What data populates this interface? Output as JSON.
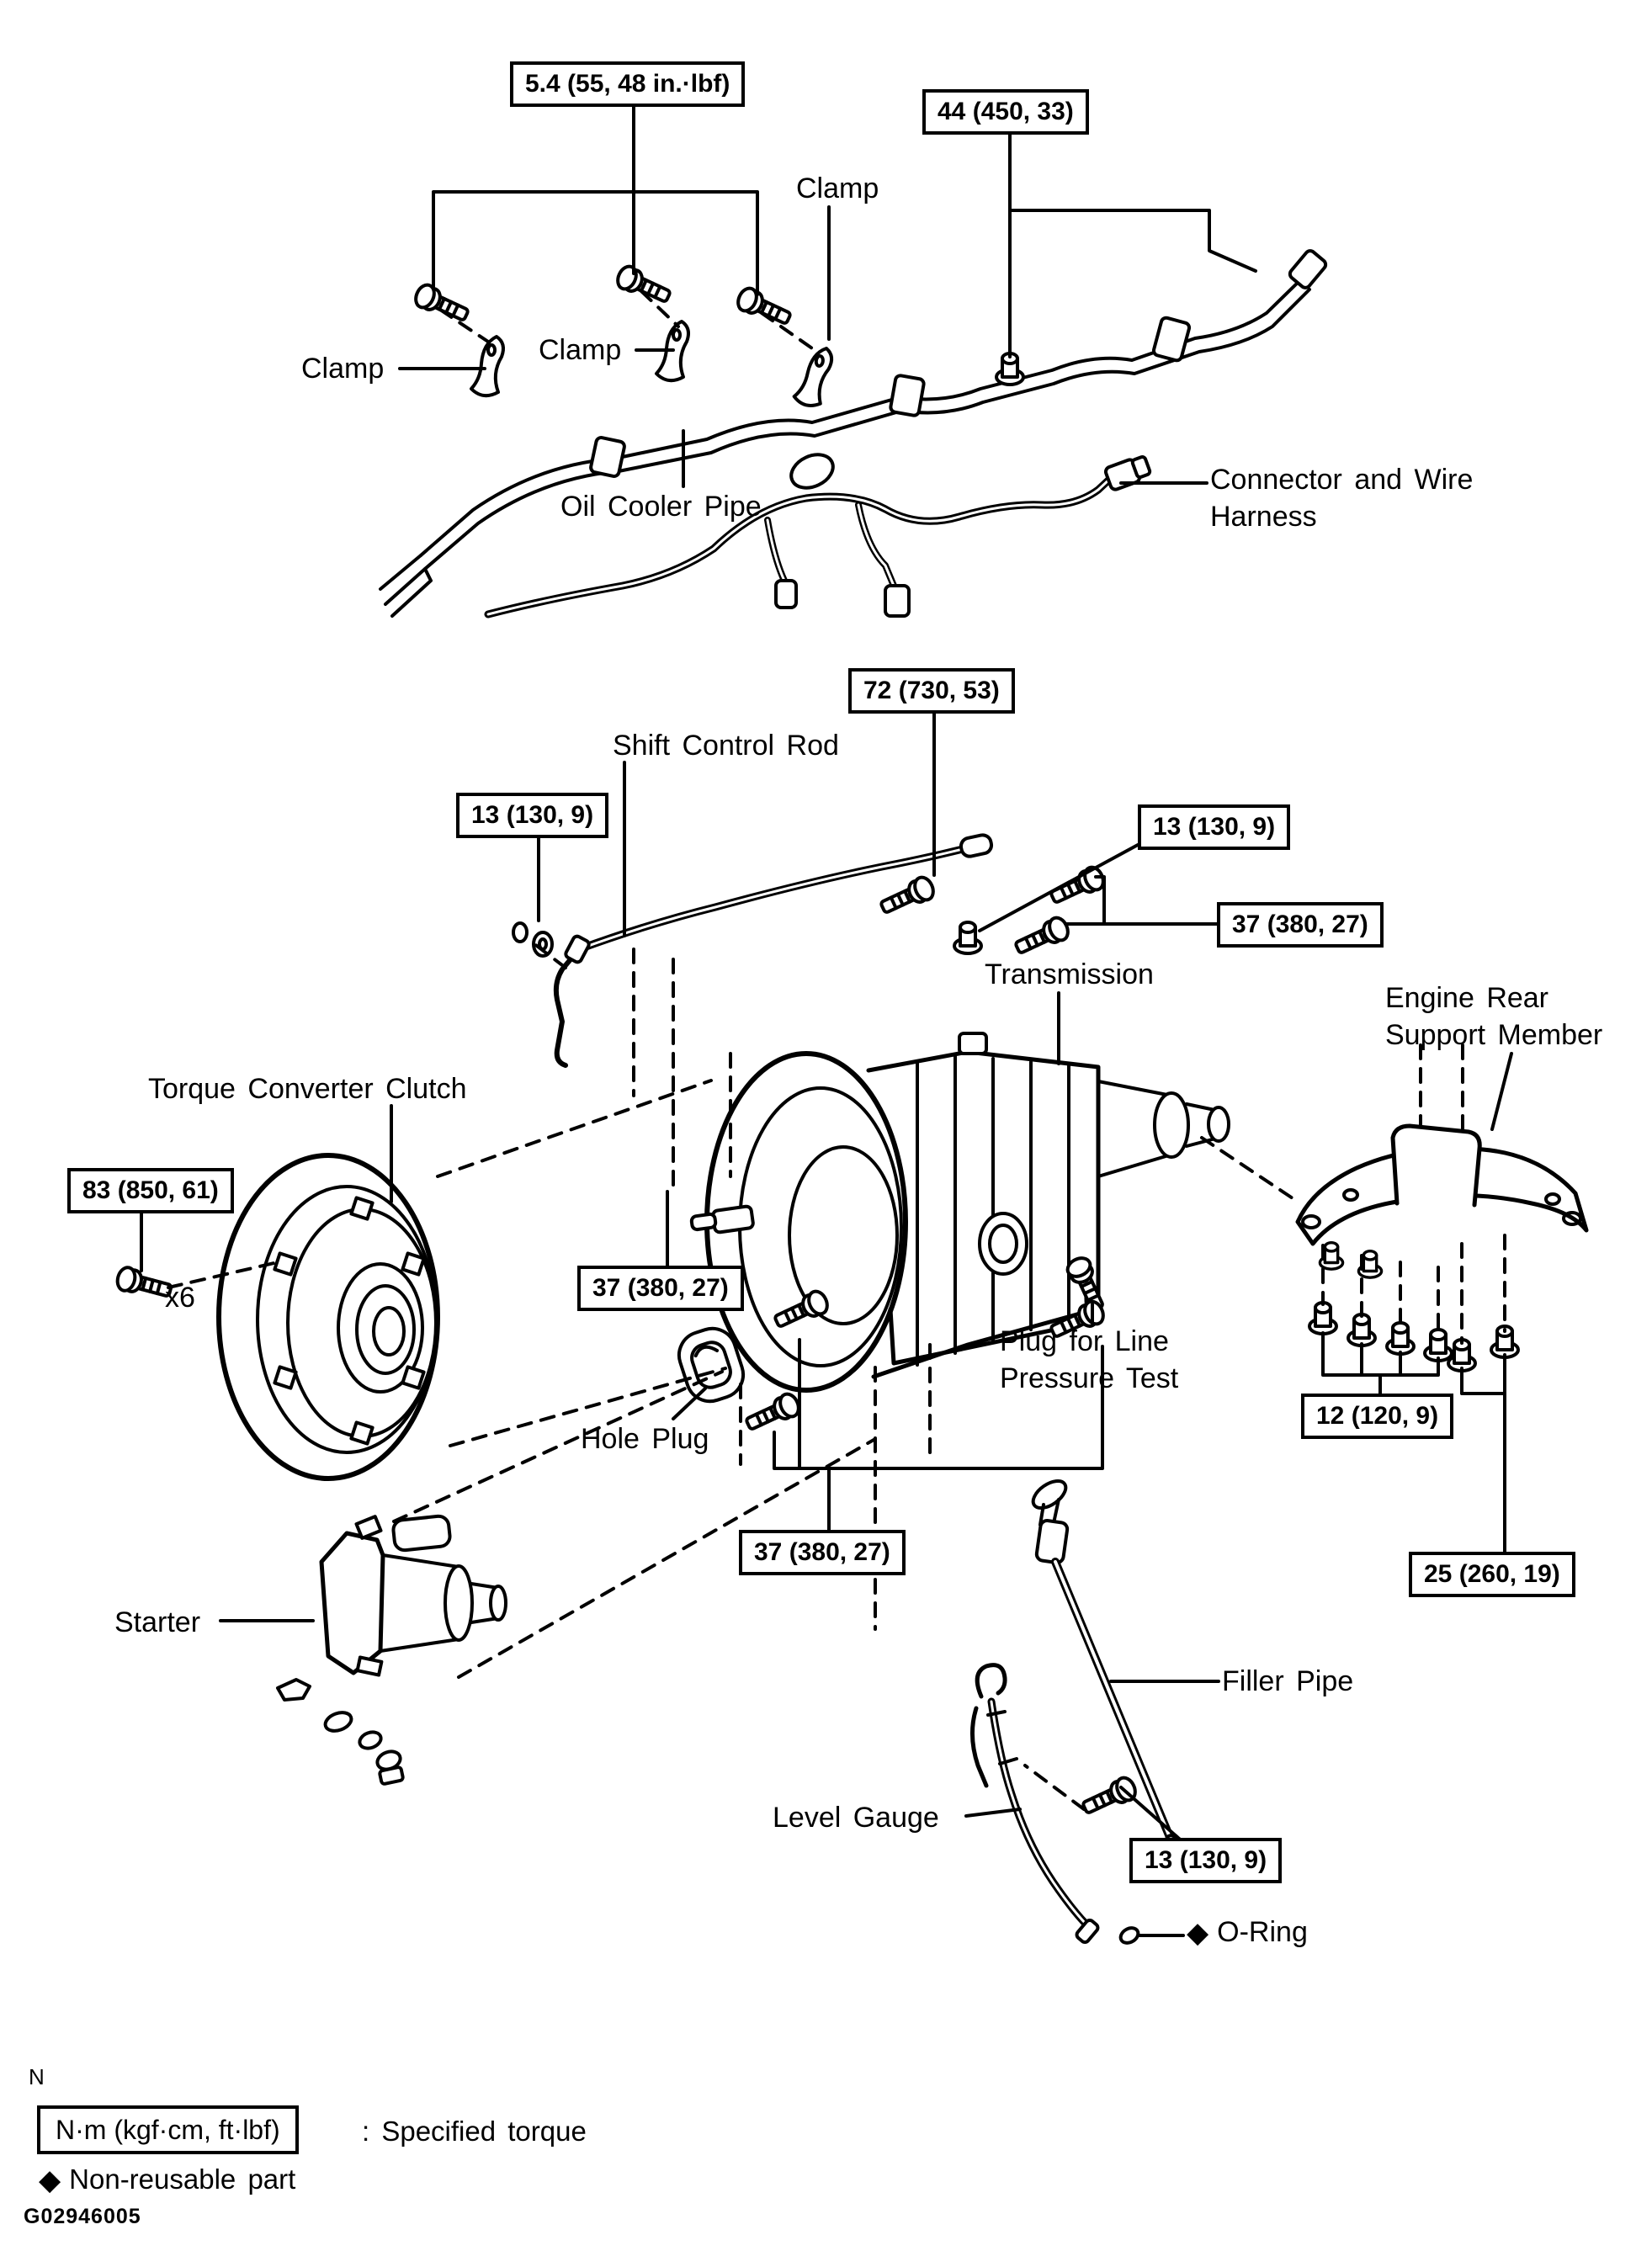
{
  "torque": {
    "b54": "5.4 (55, 48 in.·lbf)",
    "b44": "44 (450, 33)",
    "b72": "72 (730, 53)",
    "b13_left": "13 (130, 9)",
    "b13_right": "13 (130, 9)",
    "b37_right": "37 (380, 27)",
    "b37_mid": "37 (380, 27)",
    "b83": "83 (850, 61)",
    "b12": "12 (120, 9)",
    "b25": "25 (260, 19)",
    "b37_bottom": "37 (380, 27)",
    "b13_bottom": "13 (130, 9)"
  },
  "labels": {
    "clamp_top": "Clamp",
    "clamp_left": "Clamp",
    "clamp_mid": "Clamp",
    "oil_cooler_pipe": "Oil Cooler Pipe",
    "connector_harness": "Connector and Wire Harness",
    "shift_control_rod": "Shift Control Rod",
    "transmission": "Transmission",
    "engine_rear_support": "Engine Rear Support Member",
    "torque_converter_clutch": "Torque Converter Clutch",
    "x6": "x6",
    "hole_plug": "Hole Plug",
    "plug_line_pressure": "Plug for Line Pressure Test",
    "starter": "Starter",
    "filler_pipe": "Filler Pipe",
    "level_gauge": "Level Gauge",
    "o_ring": "O-Ring"
  },
  "legend": {
    "n_marker": "N",
    "torque_formula": "N·m (kgf·cm, ft·lbf)",
    "torque_meaning": ": Specified torque",
    "non_reusable": "Non-reusable part",
    "figure_code": "G02946005"
  },
  "icons": {
    "diamond": "◆"
  },
  "colors": {
    "ink": "#000000",
    "paper": "#ffffff"
  }
}
